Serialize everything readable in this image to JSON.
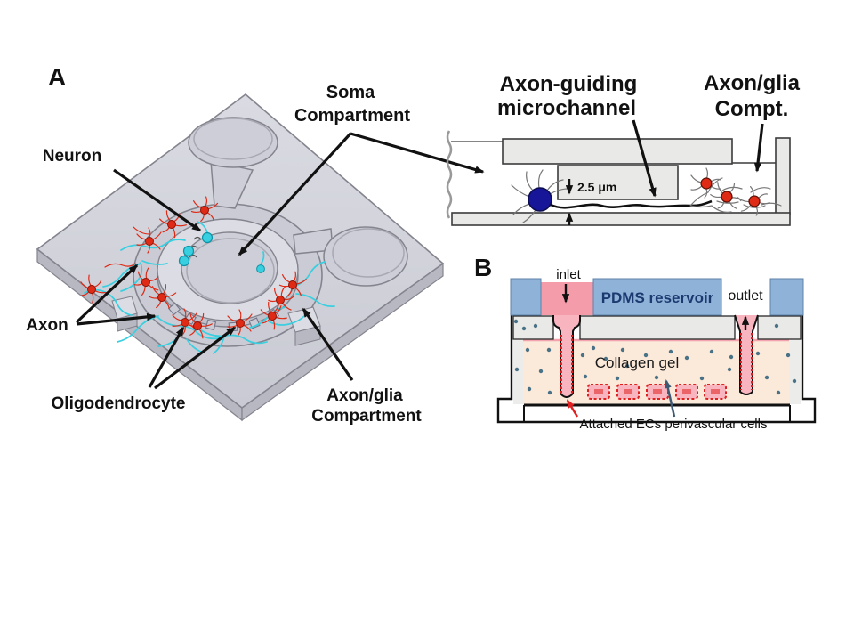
{
  "figure": {
    "panel_a": {
      "tag": "A",
      "labels": {
        "neuron": "Neuron",
        "soma_line1": "Soma",
        "soma_line2": "Compartment",
        "axon": "Axon",
        "oligodendrocyte": "Oligodendrocyte",
        "axon_glia_line1": "Axon/glia",
        "axon_glia_line2": "Compartment"
      },
      "cross_section": {
        "microchannel_line1": "Axon-guiding",
        "microchannel_line2": "microchannel",
        "compt_line1": "Axon/glia",
        "compt_line2": "Compt.",
        "gap_height": "2.5 μm"
      }
    },
    "panel_b": {
      "tag": "B",
      "labels": {
        "inlet": "inlet",
        "outlet": "outlet",
        "pdms_reservoir": "PDMS reservoir",
        "collagen_gel": "Collagen gel",
        "attached_ecs": "Attached ECs perivascular cells"
      }
    }
  },
  "colors": {
    "slab": "#d2d3db",
    "slab-side": "#b7b8c2",
    "slab-line": "#84848e",
    "well-floor": "#cdced7",
    "ring-top": "#dcdde4",
    "ring-wall": "#c0c1cb",
    "compartment-floor": "#cacbd4",
    "neuron-cyan": "#38cfe0",
    "neuron-cyan-dark": "#0d93a6",
    "glia-red": "#df2a16",
    "glia-red-dark": "#8e170a",
    "soma-blue": "#171699",
    "block-grey": "#e9e9e7",
    "block-line": "#3c3c3c",
    "pdms-blue": "#8fb2d9",
    "pdms-text": "#1c3a70",
    "inlet-pink": "#f59cab",
    "channel-pink": "#f8b5bf",
    "gel-peach": "#fbe9d9",
    "gel-border-pink": "#f2a3ad",
    "dot-teal": "#4a7287",
    "accent-red": "#e02020",
    "arrow-teal": "#3d5a75",
    "ink": "#111111"
  }
}
